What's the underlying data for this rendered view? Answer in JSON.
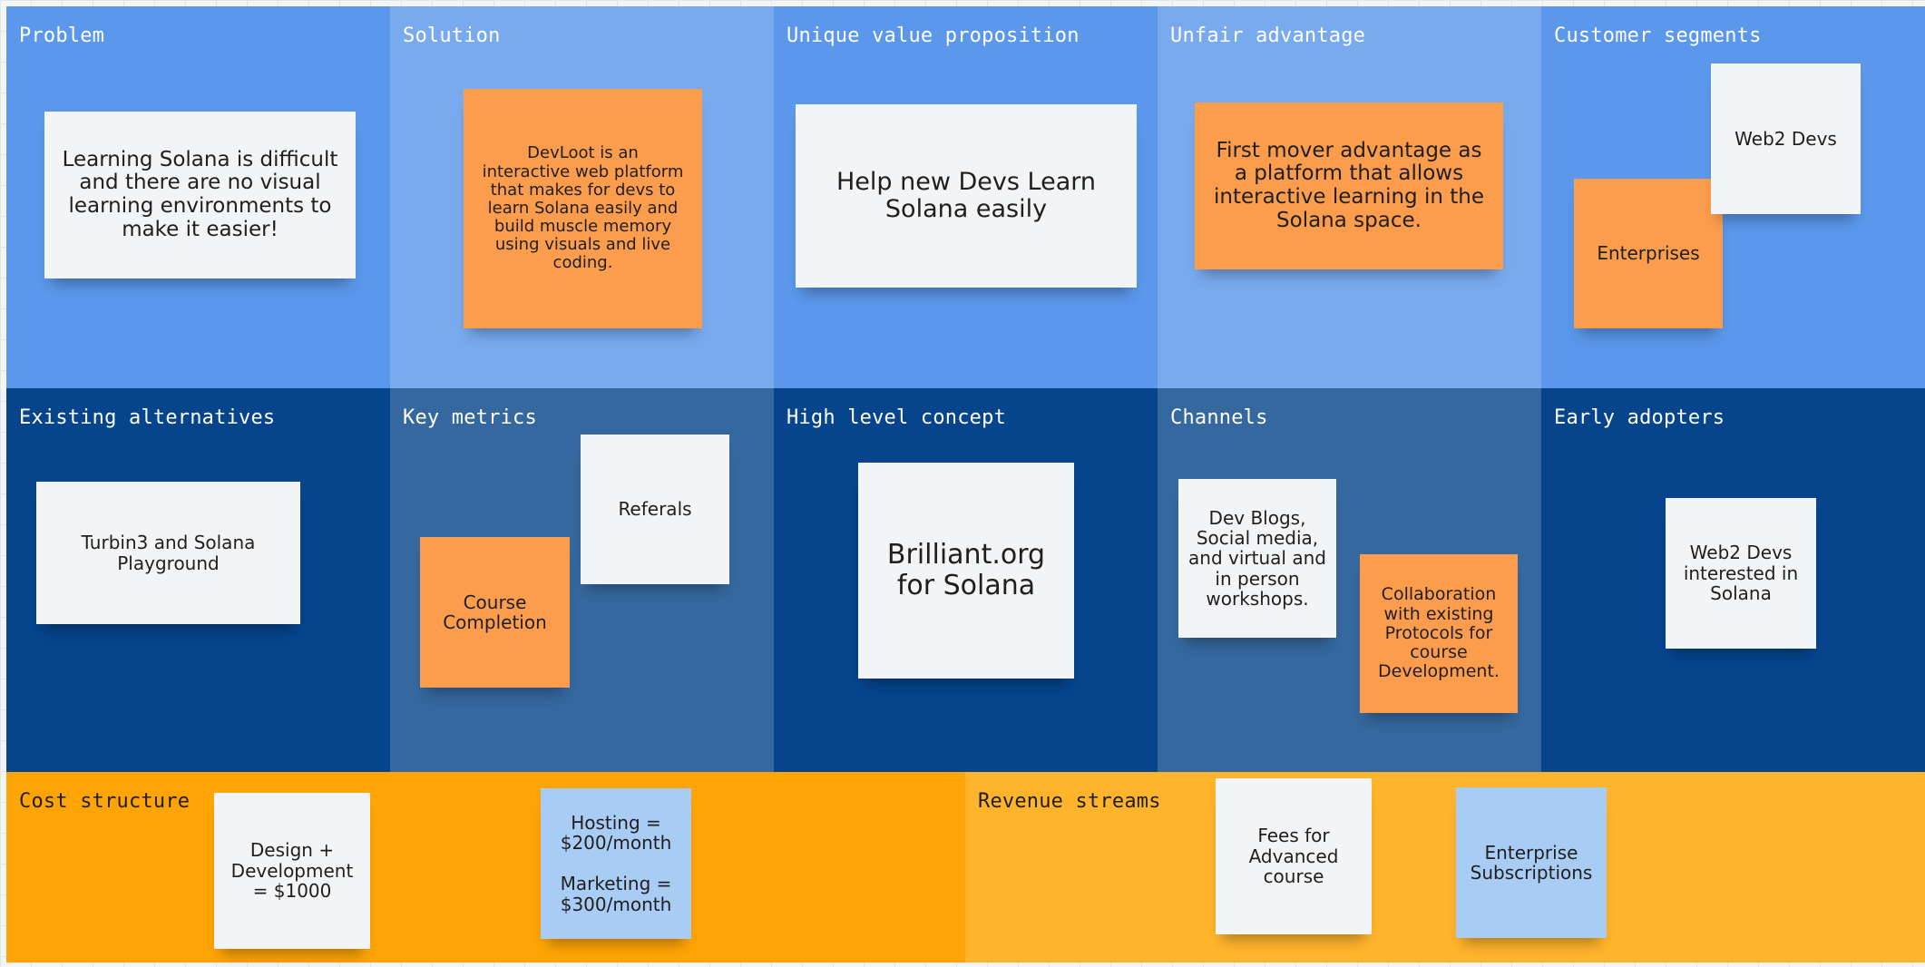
{
  "colors": {
    "primary_blue": "#5b97ea",
    "light_blue": "#79aaee",
    "dark_blue": "#06448c",
    "mid_blue": "#35689f",
    "orange_section": "#ffa405",
    "light_orange_section": "#ffb42c",
    "sticky_white": "#f3f4f6",
    "sticky_orange": "#fb9d4d",
    "sticky_blue": "#a8ccf3"
  },
  "sections": {
    "problem": {
      "title": "Problem",
      "notes": [
        "Learning Solana is difficult and there are no visual learning environments to make it easier!"
      ]
    },
    "solution": {
      "title": "Solution",
      "notes": [
        "DevLoot is an interactive web platform that makes for devs to learn Solana easily and build muscle memory using visuals and live coding."
      ]
    },
    "uvp": {
      "title": "Unique value proposition",
      "notes": [
        "Help new Devs Learn Solana easily"
      ]
    },
    "unfair_advantage": {
      "title": "Unfair advantage",
      "notes": [
        "First mover advantage as a platform that allows interactive learning in the Solana space."
      ]
    },
    "customer_segments": {
      "title": "Customer segments",
      "notes": [
        "Web2 Devs",
        "Enterprises"
      ]
    },
    "existing_alternatives": {
      "title": "Existing alternatives",
      "notes": [
        "Turbin3 and Solana Playground"
      ]
    },
    "key_metrics": {
      "title": "Key metrics",
      "notes": [
        "Referals",
        "Course Completion"
      ]
    },
    "high_level_concept": {
      "title": "High level concept",
      "notes": [
        "Brilliant.org for Solana"
      ]
    },
    "channels": {
      "title": "Channels",
      "notes": [
        "Dev Blogs, Social media, and virtual and in person workshops.",
        "Collaboration with existing Protocols for course Development."
      ]
    },
    "early_adopters": {
      "title": "Early adopters",
      "notes": [
        "Web2 Devs interested in Solana"
      ]
    },
    "cost_structure": {
      "title": "Cost structure",
      "notes": [
        "Design + Development = $1000",
        "Hosting = $200/month\n\nMarketing = $300/month"
      ]
    },
    "revenue_streams": {
      "title": "Revenue streams",
      "notes": [
        "Fees for Advanced course",
        "Enterprise Subscriptions"
      ]
    }
  }
}
